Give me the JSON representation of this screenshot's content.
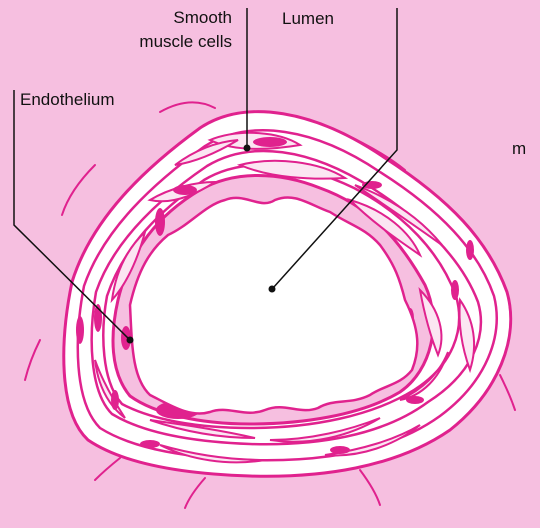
{
  "labels": {
    "smooth_muscle_line1": "Smooth",
    "smooth_muscle_line2": "muscle cells",
    "lumen": "Lumen",
    "endothelium": "Endothelium",
    "partial_right": "m"
  },
  "colors": {
    "background": "#f6bfe0",
    "vessel": "#e0228e",
    "wall_fill": "#ffffff",
    "leader_lines": "#111111"
  }
}
